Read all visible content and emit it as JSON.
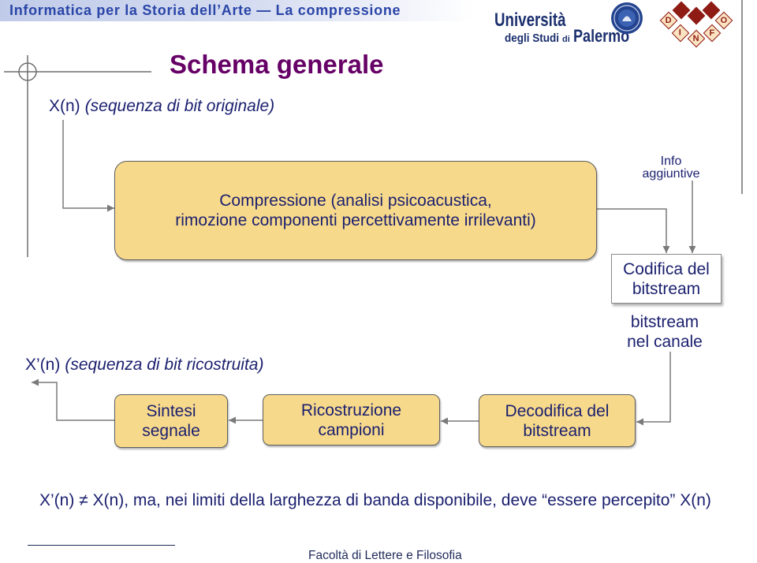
{
  "header": {
    "course_title": "Informatica per la Storia dell’Arte — La compressione"
  },
  "logos": {
    "university": {
      "line1": "Università",
      "degli_studi": "degli Studi",
      "di": "di",
      "city": "Palermo"
    },
    "dinfo": {
      "letters": [
        "D",
        "I",
        "N",
        "F",
        "O"
      ]
    }
  },
  "slide": {
    "title": "Schema generale",
    "input_signal": {
      "symbol": "X(n)",
      "description": "(sequenza di bit originale)"
    },
    "output_signal": {
      "symbol": "X’(n)",
      "description": "(sequenza di bit ricostruita)"
    },
    "blocks": {
      "compression": {
        "line1": "Compressione (analisi psicoacustica,",
        "line2": "rimozione componenti percettivamente irrilevanti)"
      },
      "encoding": {
        "line1": "Codifica del",
        "line2": "bitstream"
      },
      "decoding": {
        "line1": "Decodifica del",
        "line2": "bitstream"
      },
      "reconstruction": {
        "line1": "Ricostruzione",
        "line2": "campioni"
      },
      "synthesis": {
        "line1": "Sintesi",
        "line2": "segnale"
      }
    },
    "side_info": {
      "line1": "Info",
      "line2": "aggiuntive"
    },
    "channel": {
      "line1": "bitstream",
      "line2": "nel canale"
    },
    "conclusion": "X’(n) ≠ X(n), ma, nei limiti della larghezza di banda disponibile, deve “essere percepito” X(n)"
  },
  "footer": {
    "faculty": "Facoltà di Lettere e Filosofia"
  },
  "colors": {
    "header_text": "#2a45a8",
    "title": "#660066",
    "text": "#1a1f6e",
    "block_fill": "#f7d98b",
    "block_border": "#5e5e5e",
    "connector": "#7a7a7a",
    "footer_text": "#1f2a5a",
    "logo_blue": "#1b2f6e",
    "dinfo_red": "#8e1b14",
    "dinfo_tile": "#fbe3c2"
  }
}
